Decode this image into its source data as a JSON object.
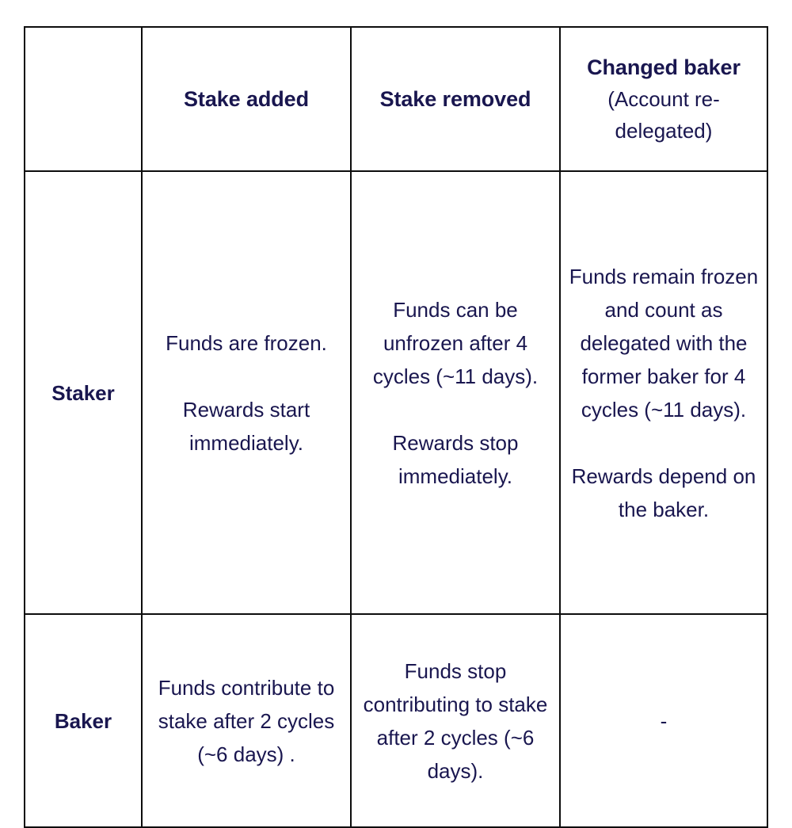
{
  "table": {
    "columns": [
      {
        "key": "row_label",
        "label": ""
      },
      {
        "key": "stake_added",
        "label": "Stake added"
      },
      {
        "key": "stake_removed",
        "label": "Stake removed"
      },
      {
        "key": "changed_baker",
        "label": "Changed baker",
        "sublabel": "(Account re-delegated)"
      }
    ],
    "rows": [
      {
        "label": "Staker",
        "stake_added": {
          "p1": "Funds are frozen.",
          "p2": "Rewards start immediately."
        },
        "stake_removed": {
          "p1": "Funds can be unfrozen after 4 cycles (~11 days).",
          "p2": "Rewards stop immediately."
        },
        "changed_baker": {
          "p1": "Funds remain frozen and count as delegated with the former baker for 4 cycles (~11 days).",
          "p2": "Rewards depend on the baker."
        }
      },
      {
        "label": "Baker",
        "stake_added": {
          "p1": "Funds contribute to stake after 2 cycles (~6 days) ."
        },
        "stake_removed": {
          "p1": "Funds stop contributing to stake after 2 cycles (~6 days)."
        },
        "changed_baker": {
          "p1": "-"
        }
      }
    ]
  },
  "colors": {
    "text_navy": "#19164f",
    "cell_green": "#dde5d4",
    "border": "#0d0d0d",
    "background": "#ffffff"
  }
}
